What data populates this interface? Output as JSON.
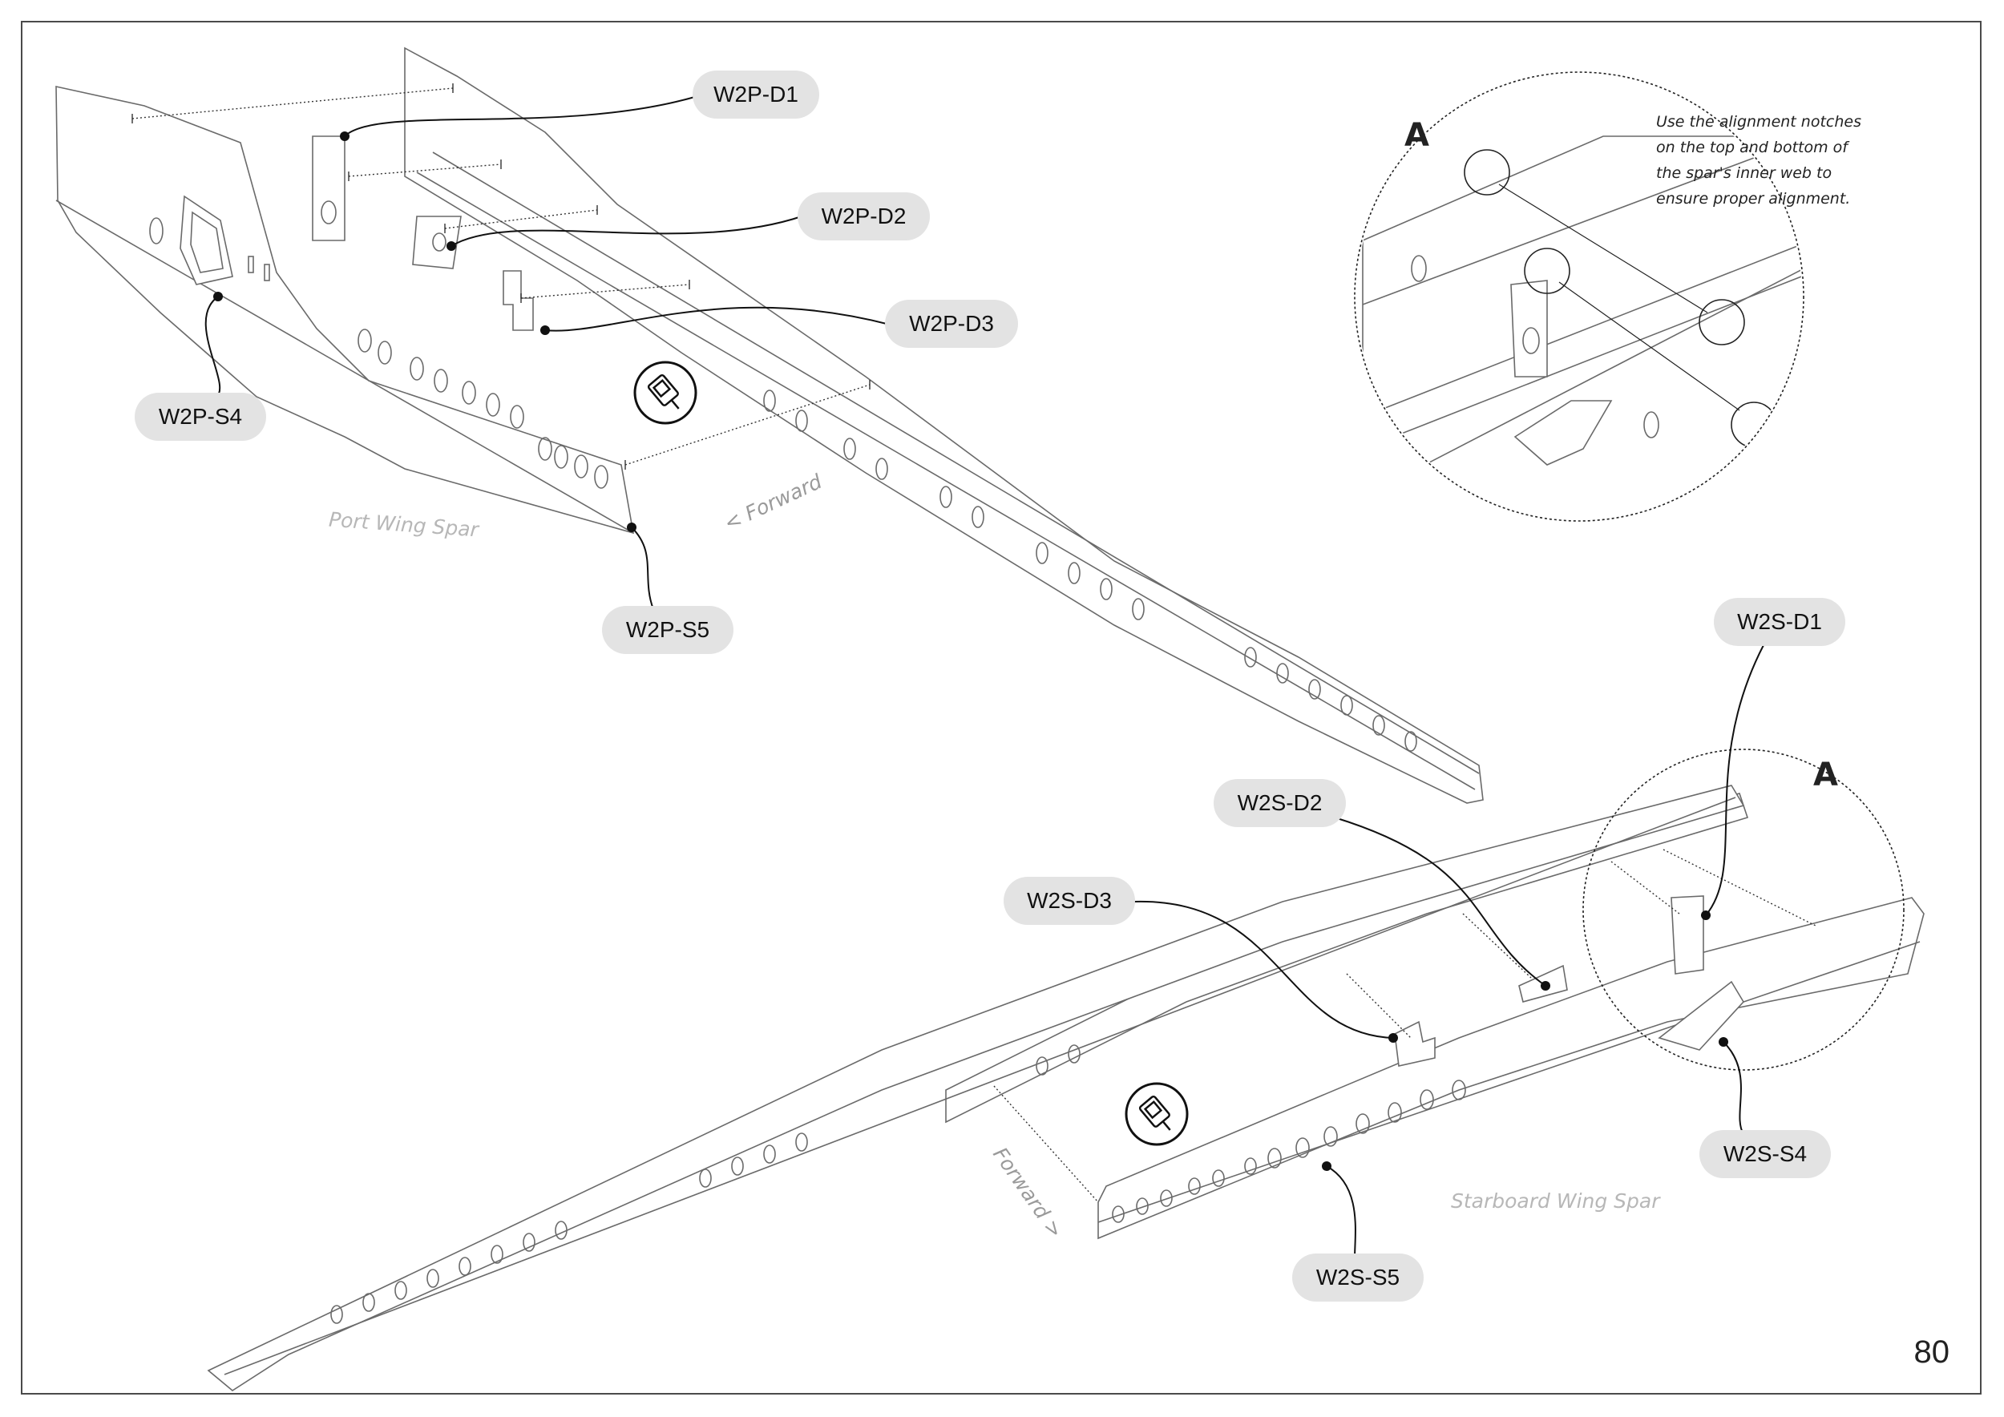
{
  "page": {
    "number": "80"
  },
  "callouts": {
    "w2p_d1": "W2P-D1",
    "w2p_d2": "W2P-D2",
    "w2p_d3": "W2P-D3",
    "w2p_s4": "W2P-S4",
    "w2p_s5": "W2P-S5",
    "w2s_d1": "W2S-D1",
    "w2s_d2": "W2S-D2",
    "w2s_d3": "W2S-D3",
    "w2s_s4": "W2S-S4",
    "w2s_s5": "W2S-S5"
  },
  "labels": {
    "port_spar": "Port Wing Spar",
    "starboard_spar": "Starboard Wing Spar",
    "forward_port": "< Forward",
    "forward_starboard": "Forward >"
  },
  "detail": {
    "marker_letter": "A",
    "note_lines": [
      "Use the alignment notches",
      "on the top and bottom of",
      "the spar's inner web to",
      "ensure proper alignment."
    ]
  },
  "icons": [
    "glue-bottle-icon",
    "glue-bottle-icon"
  ],
  "colors": {
    "callout_bg": "#e3e3e3",
    "line_art": "#6a6a6a",
    "leader": "#111111",
    "frame": "#4a4a4a"
  }
}
